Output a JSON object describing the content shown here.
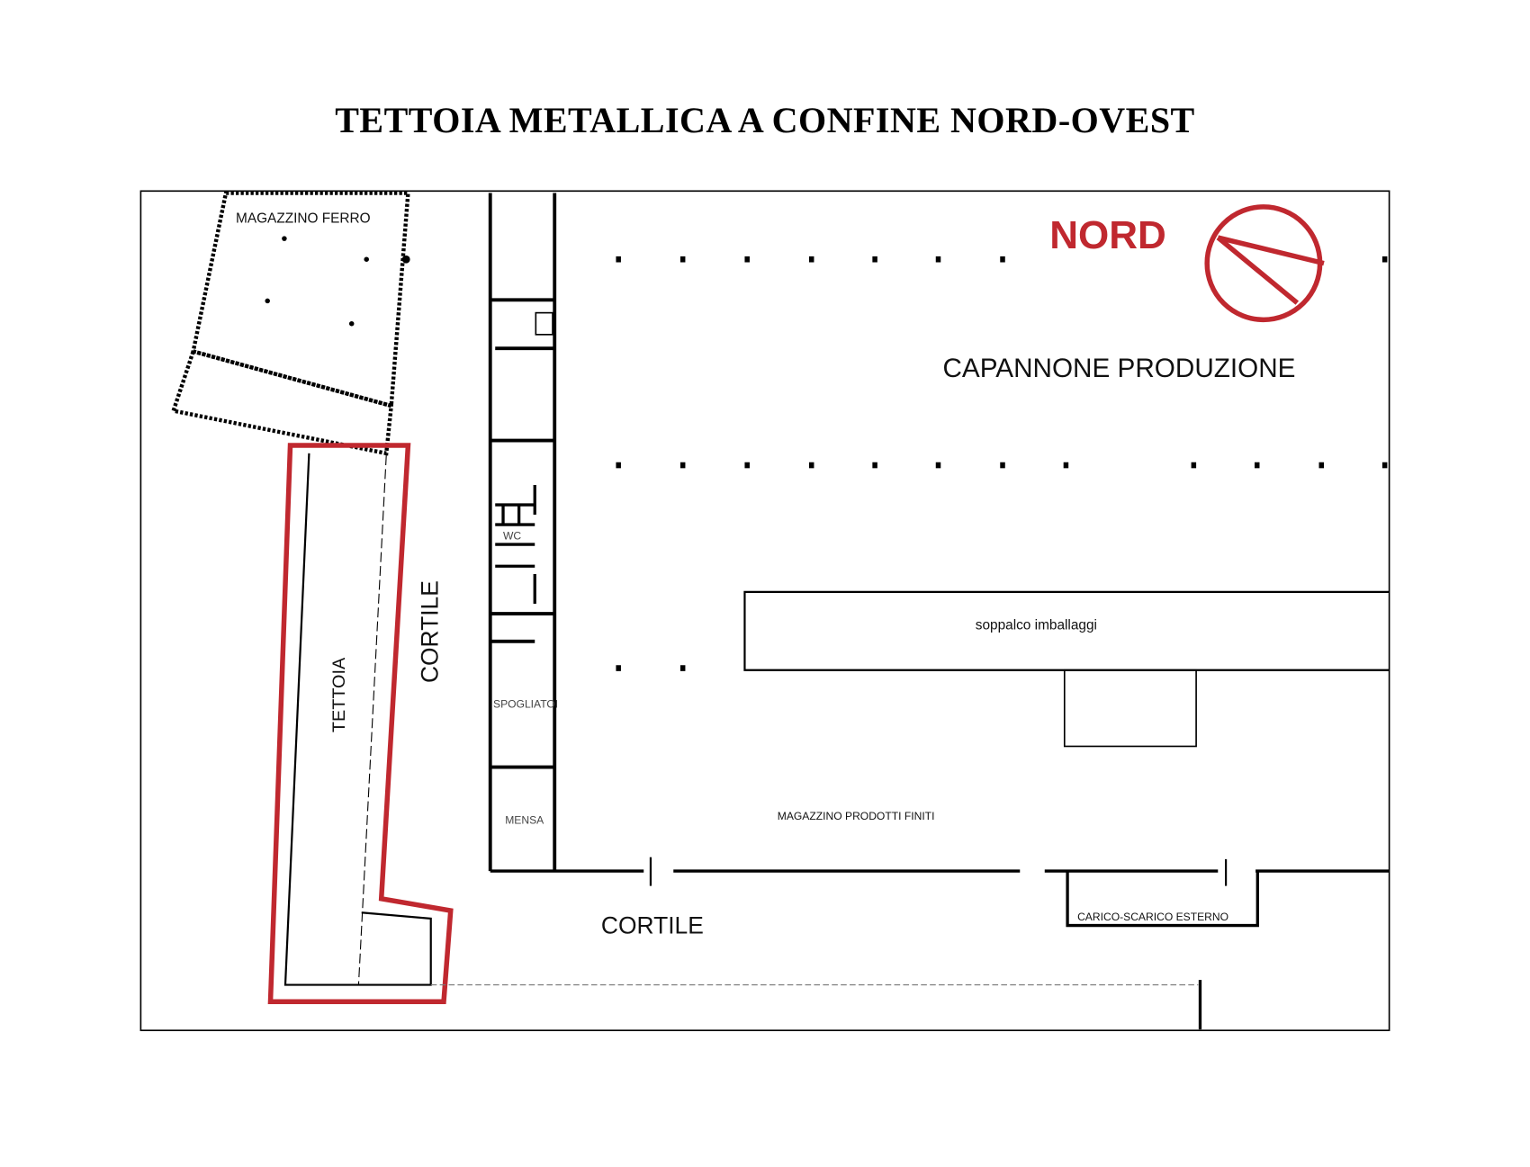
{
  "title": "TETTOIA METALLICA A CONFINE NORD-OVEST",
  "labels": {
    "magazzino_ferro": "MAGAZZINO FERRO",
    "nord": "NORD",
    "capannone": "CAPANNONE PRODUZIONE",
    "soppalco": "soppalco imballaggi",
    "cortile_vertical": "CORTILE",
    "tettoia": "TETTOIA",
    "magazzino_prodotti": "MAGAZZINO PRODOTTI FINITI",
    "cortile_bottom": "CORTILE",
    "carico_scarico": "CARICO-SCARICO ESTERNO",
    "wc": "WC",
    "spogliatoi": "SPOGLIATOI",
    "mensa": "MENSA"
  },
  "colors": {
    "highlight": "#c0282f",
    "lines": "#000000"
  }
}
